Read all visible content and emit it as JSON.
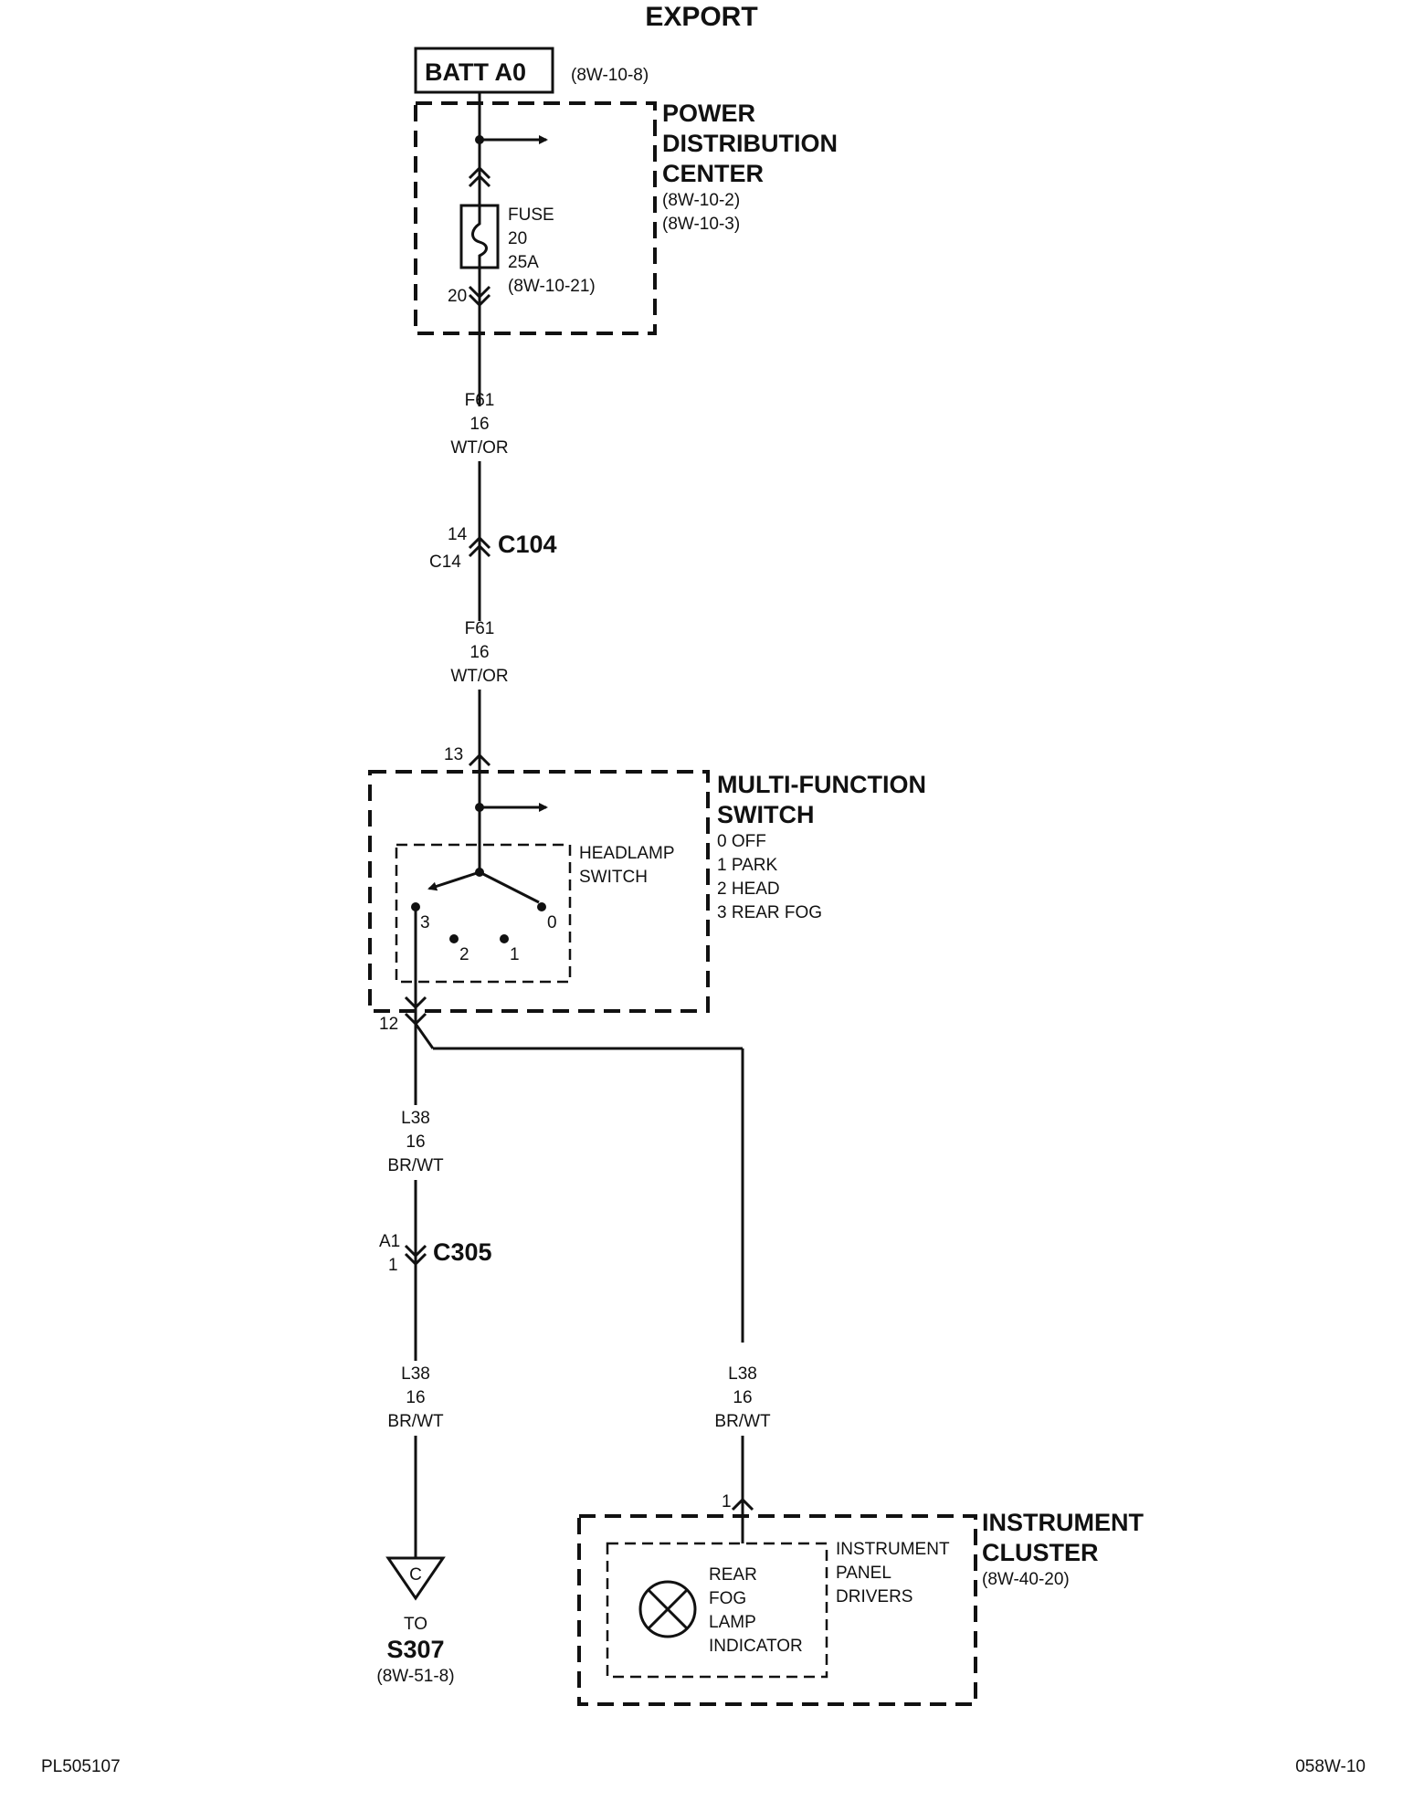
{
  "title": "EXPORT",
  "batt": {
    "label": "BATT A0",
    "ref": "(8W-10-8)"
  },
  "pdc": {
    "name": [
      "POWER",
      "DISTRIBUTION",
      "CENTER"
    ],
    "refs": [
      "(8W-10-2)",
      "(8W-10-3)"
    ],
    "fuse": [
      "FUSE",
      "20",
      "25A",
      "(8W-10-21)"
    ],
    "pin": "20"
  },
  "wire_f61_top": [
    "F61",
    "16",
    "WT/OR"
  ],
  "c104": {
    "name": "C104",
    "pin_top": "14",
    "pin_bottom": "C14"
  },
  "wire_f61_bottom": [
    "F61",
    "16",
    "WT/OR"
  ],
  "mfs": {
    "pin_in": "13",
    "name": [
      "MULTI-FUNCTION",
      "SWITCH"
    ],
    "positions": [
      "0 OFF",
      "1 PARK",
      "2 HEAD",
      "3 REAR FOG"
    ],
    "headlamp": [
      "HEADLAMP",
      "SWITCH"
    ],
    "contacts": [
      "3",
      "2",
      "1",
      "0"
    ],
    "pin_out": "12"
  },
  "wire_l38_a": [
    "L38",
    "16",
    "BR/WT"
  ],
  "c305": {
    "name": "C305",
    "pin_top": "A1",
    "pin_bottom": "1"
  },
  "wire_l38_b": [
    "L38",
    "16",
    "BR/WT"
  ],
  "wire_l38_c": [
    "L38",
    "16",
    "BR/WT"
  ],
  "splice": {
    "letter": "C",
    "to": "TO",
    "name": "S307",
    "ref": "(8W-51-8)"
  },
  "cluster": {
    "pin": "1",
    "name": [
      "INSTRUMENT",
      "CLUSTER"
    ],
    "ref": "(8W-40-20)",
    "drivers": [
      "INSTRUMENT",
      "PANEL",
      "DRIVERS"
    ],
    "indicator": [
      "REAR",
      "FOG",
      "LAMP",
      "INDICATOR"
    ]
  },
  "footer": {
    "left": "PL505107",
    "right": "058W-10"
  }
}
